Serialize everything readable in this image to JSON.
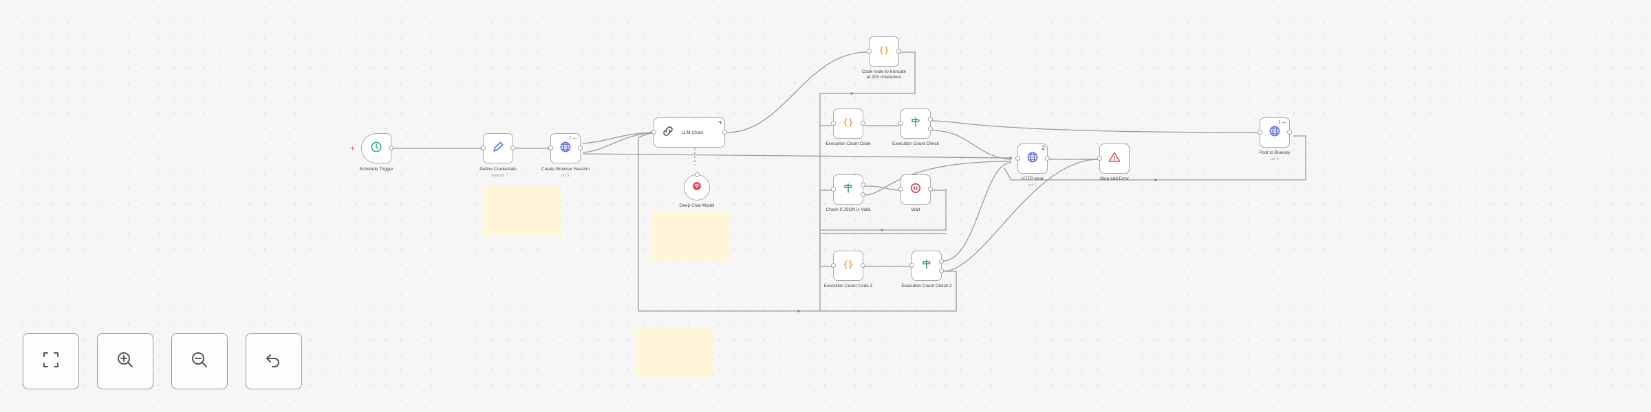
{
  "colors": {
    "wire": "#9a9a9a",
    "node_border": "#a9a9a9",
    "sticky_note": "#fff6da",
    "code_icon": "#f2a93b",
    "if_icon": "#2f9d67",
    "http_icon": "#5b6fe6",
    "error_icon": "#e5455b",
    "trigger_icon": "#27b193",
    "chain_icon": "#444444",
    "set_icon": "#5b6fe6"
  },
  "canvas": {
    "trigger_plus": "+",
    "nodes": {
      "schedule_trigger": {
        "label": "Schedule Trigger",
        "icon": "clock-icon"
      },
      "define_credentials": {
        "label": "Define Credentials",
        "sublabel": "manual",
        "icon": "pencil-icon"
      },
      "create_browser_session": {
        "label": "Create Browser Session",
        "sublabel": "url: 1",
        "badge": "↕↔",
        "icon": "globe-icon"
      },
      "llm_chain": {
        "label": "LLM Chain",
        "badge": "⬎",
        "icon": "link-icon"
      },
      "deep_chat_model": {
        "label": "Deep Chat Model",
        "icon": "model-icon"
      },
      "code_truncate": {
        "label": "Code node to truncate\nat 200 characters",
        "icon": "braces-icon"
      },
      "execution_count_code": {
        "label": "Execution Count Code",
        "icon": "braces-icon"
      },
      "execution_count_check": {
        "label": "Execution Count Check",
        "icon": "signpost-icon"
      },
      "check_json_valid": {
        "label": "Check if JSON is Valid",
        "icon": "signpost-icon"
      },
      "wait": {
        "label": "Wait",
        "icon": "pause-icon"
      },
      "execution_count_code_2": {
        "label": "Execution Count Code 2",
        "icon": "braces-icon"
      },
      "execution_count_check_2": {
        "label": "Execution Count Check 2",
        "icon": "signpost-icon"
      },
      "http_error": {
        "label": "HTTP error",
        "sublabel": "url: 1",
        "badge": "2",
        "icon": "globe-icon"
      },
      "stop_and_error": {
        "label": "Stop and Error",
        "icon": "warning-icon"
      },
      "post_to_bluesky": {
        "label": "Post to Bluesky",
        "sublabel": "url: 1",
        "badge": "↕↔",
        "icon": "globe-icon"
      }
    }
  },
  "toolbar": {
    "buttons": [
      {
        "name": "fit-view-button",
        "icon": "fit-view-icon"
      },
      {
        "name": "zoom-in-button",
        "icon": "zoom-in-icon"
      },
      {
        "name": "zoom-out-button",
        "icon": "zoom-out-icon"
      },
      {
        "name": "undo-button",
        "icon": "undo-icon"
      }
    ]
  }
}
